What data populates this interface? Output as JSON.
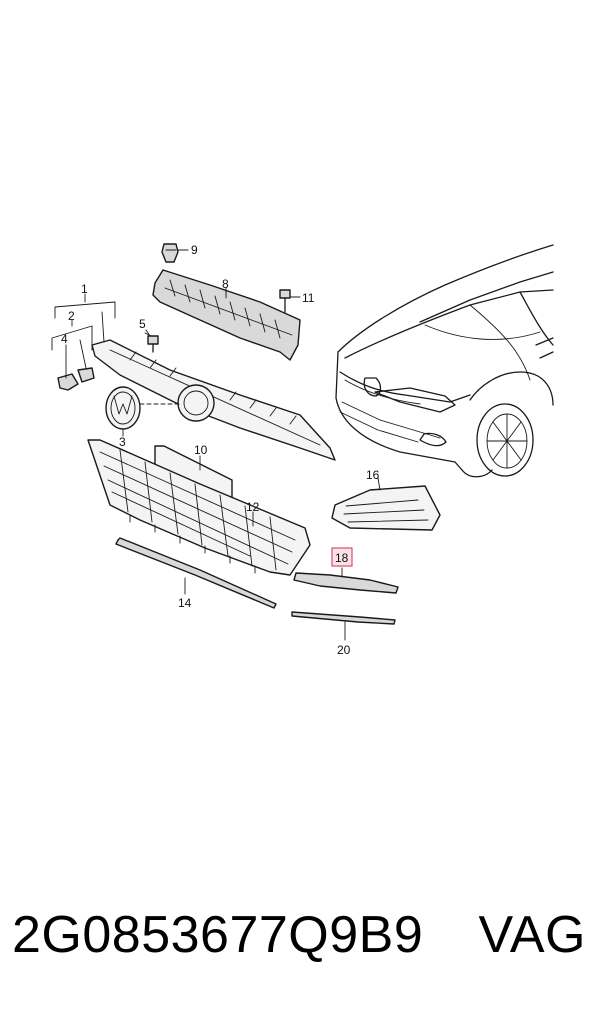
{
  "diagram": {
    "labels": {
      "p1": "1",
      "p2": "2",
      "p3": "3",
      "p4": "4",
      "p5": "5",
      "p8": "8",
      "p9": "9",
      "p10": "10",
      "p11": "11",
      "p12": "12",
      "p14": "14",
      "p16": "16",
      "p18": "18",
      "p20": "20"
    },
    "highlight_color": "#e04b6c"
  },
  "footer": {
    "part_number": "2G0853677Q9B9",
    "brand": "VAG"
  }
}
